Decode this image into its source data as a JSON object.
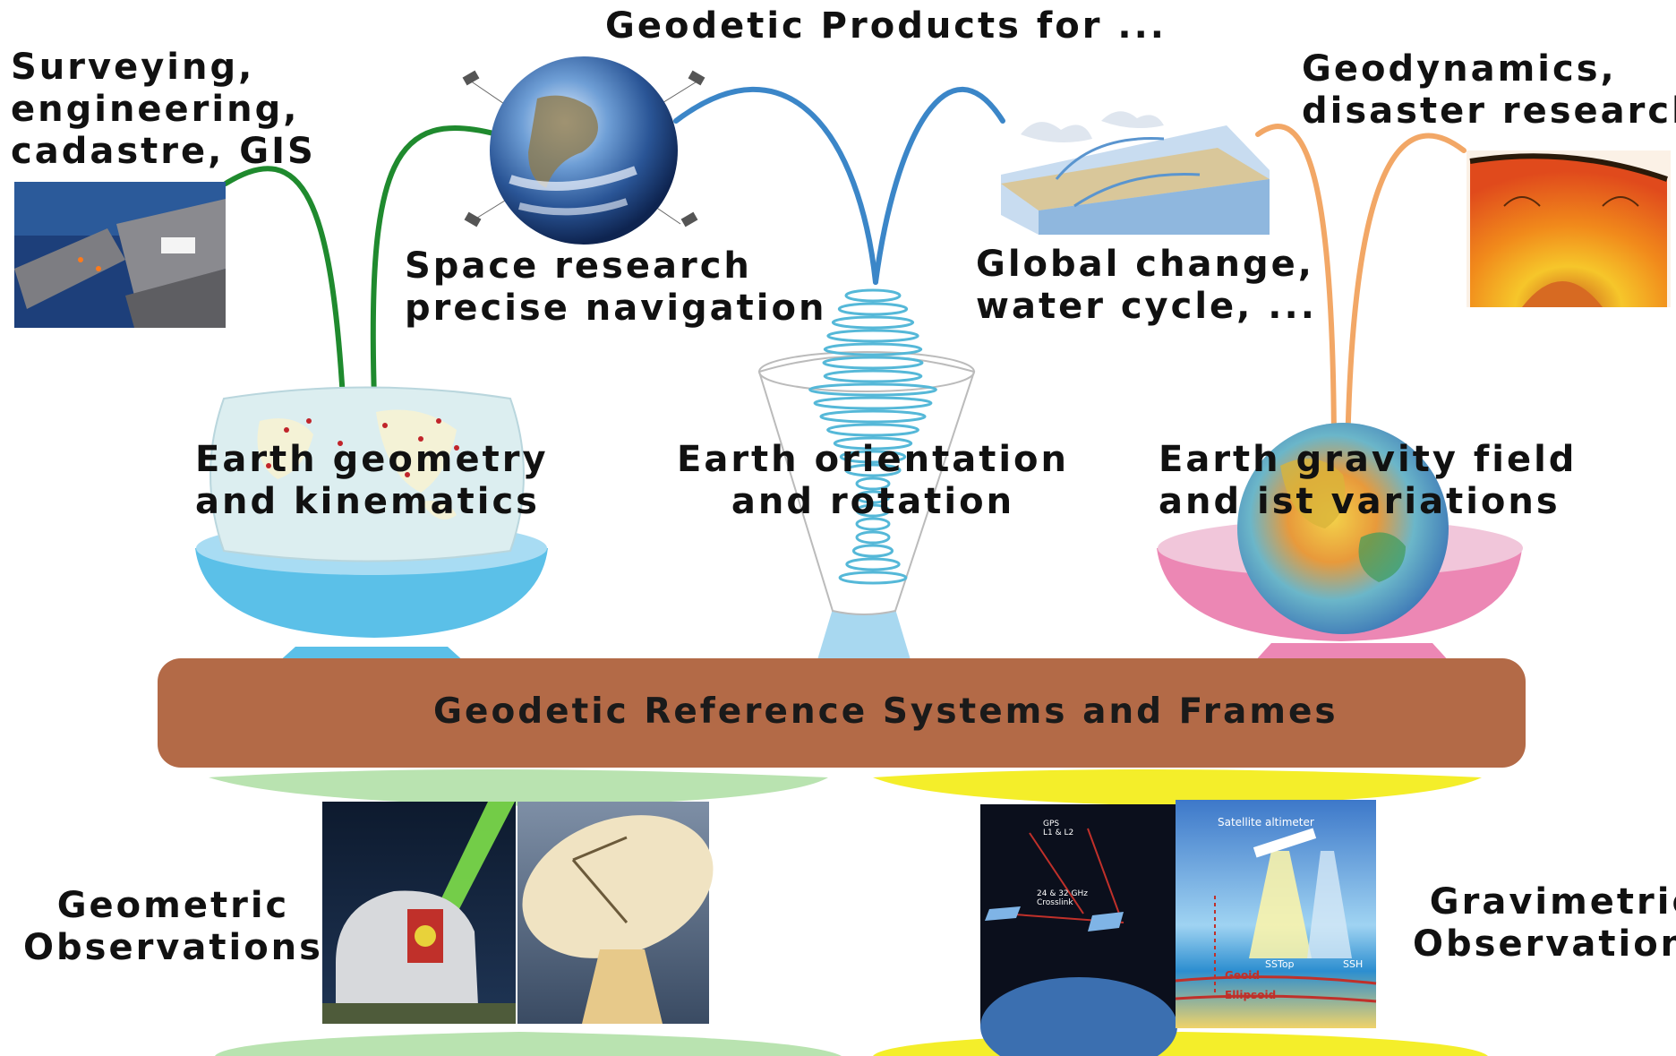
{
  "header": {
    "title": "Geodetic Products for ..."
  },
  "applications": [
    {
      "id": "surveying",
      "text": "Surveying,\nengineering,\ncadastre, GIS"
    },
    {
      "id": "space",
      "text": "Space research\nprecise navigation"
    },
    {
      "id": "global-change",
      "text": "Global change,\nwater cycle, ..."
    },
    {
      "id": "geodynamics",
      "text": "Geodynamics,\ndisaster research"
    }
  ],
  "pillars": [
    {
      "id": "geometry",
      "text": "Earth geometry\nand kinematics",
      "color": "#5bc0e8"
    },
    {
      "id": "orientation",
      "text": "Earth orientation\nand rotation",
      "color": "#a8d8f0"
    },
    {
      "id": "gravity",
      "text": "Earth gravity field\nand ist variations",
      "color": "#ec87b4"
    }
  ],
  "reference_band": {
    "text": "Geodetic Reference Systems and Frames",
    "color": "#b36a47"
  },
  "observations": [
    {
      "id": "geometric",
      "text": "Geometric\nObservations",
      "color": "#b9e3b0"
    },
    {
      "id": "gravimetric",
      "text": "Gravimetric\nObservations",
      "color": "#f4ee2a"
    }
  ],
  "inset_labels": {
    "altimeter": "Satellite altimeter",
    "geoid": "Geoid",
    "ellipsoid": "Ellipsoid",
    "sstop": "SSTop",
    "ssh": "SSH",
    "gps": "GPS\nL1 & L2",
    "crosslink": "24 & 32 GHz\nCrosslink"
  },
  "link_colors": {
    "green": "#1f8a2e",
    "blue": "#3b86c8",
    "orange": "#f2a766"
  }
}
